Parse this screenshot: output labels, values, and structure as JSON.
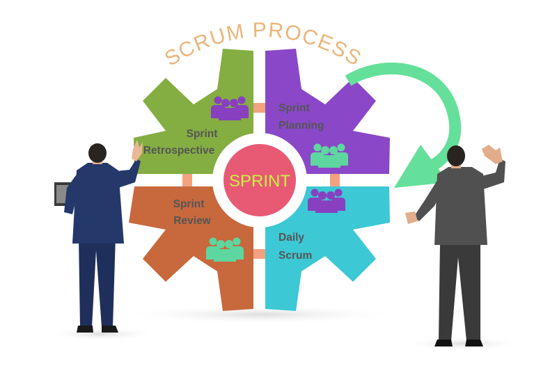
{
  "title": "SCRUM PROCESS",
  "center_label": "SPRINT",
  "segments": {
    "planning": {
      "line1": "Sprint",
      "line2": "Planning"
    },
    "retrospective": {
      "line1": "Sprint",
      "line2": "Retrospective"
    },
    "review": {
      "line1": "Sprint",
      "line2": "Review"
    },
    "daily": {
      "line1": "Daily",
      "line2": "Scrum"
    }
  },
  "colors": {
    "title": "#eab57a",
    "planning": "#8a48c8",
    "retrospective": "#84ad42",
    "review": "#c8683d",
    "daily": "#3cc8d4",
    "center": "#e85a74",
    "center_text": "#c8f046",
    "arrow": "#64e09a",
    "label_text": "#555555",
    "connector": "#f2a27e",
    "team_purple": "#8840c0",
    "team_green": "#5ed6a0"
  },
  "icons": {
    "team": "people-group-icon",
    "arrow": "cycle-arrow-icon",
    "laptop": "laptop-icon"
  }
}
